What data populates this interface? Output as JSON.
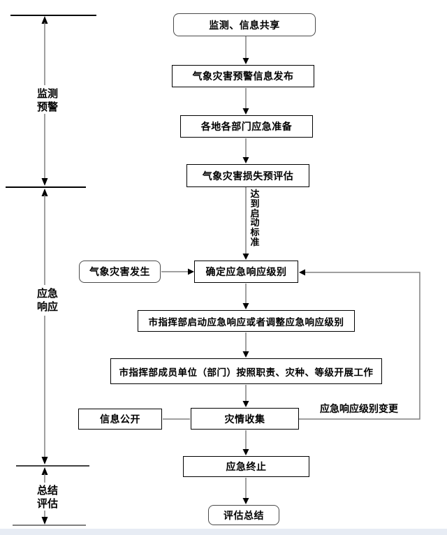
{
  "axis": {
    "sections": [
      {
        "line1": "监测",
        "line2": "预警"
      },
      {
        "line1": "应急",
        "line2": "响应"
      },
      {
        "line1": "总结",
        "line2": "评估"
      }
    ]
  },
  "flow": {
    "nodes": [
      {
        "id": "monitor-share",
        "shape": "rounded",
        "label": "监测、信息共享"
      },
      {
        "id": "warning-release",
        "shape": "rect",
        "label": "气象灾害预警信息发布"
      },
      {
        "id": "preparedness",
        "shape": "rect",
        "label": "各地各部门应急准备"
      },
      {
        "id": "loss-preassessment",
        "shape": "rect",
        "label": "气象灾害损失预评估"
      },
      {
        "id": "determine-level",
        "shape": "rect",
        "label": "确定应急响应级别"
      },
      {
        "id": "disaster-occurs",
        "shape": "rounded",
        "label": "气象灾害发生"
      },
      {
        "id": "start-or-adjust",
        "shape": "rect",
        "label": "市指挥部启动应急响应或者调整应急响应级别"
      },
      {
        "id": "members-work",
        "shape": "rect",
        "label": "市指挥部成员单位（部门）按照职责、灾种、等级开展工作"
      },
      {
        "id": "info-public",
        "shape": "rect",
        "label": "信息公开"
      },
      {
        "id": "disaster-collect",
        "shape": "rect",
        "label": "灾情收集"
      },
      {
        "id": "emergency-end",
        "shape": "rect",
        "label": "应急终止"
      },
      {
        "id": "evaluation-summary",
        "shape": "rounded",
        "label": "评估总结"
      }
    ],
    "edge_labels": {
      "reach_criteria": "达到启动标准",
      "level_change": "应急响应级别变更"
    }
  },
  "colors": {
    "box_border": "#000000",
    "rounded_border": "#4a4a4a",
    "connector_gray": "#808080",
    "arrowhead": "#000000",
    "divider": "#000000",
    "footer_strip": "#e7ecf4"
  }
}
